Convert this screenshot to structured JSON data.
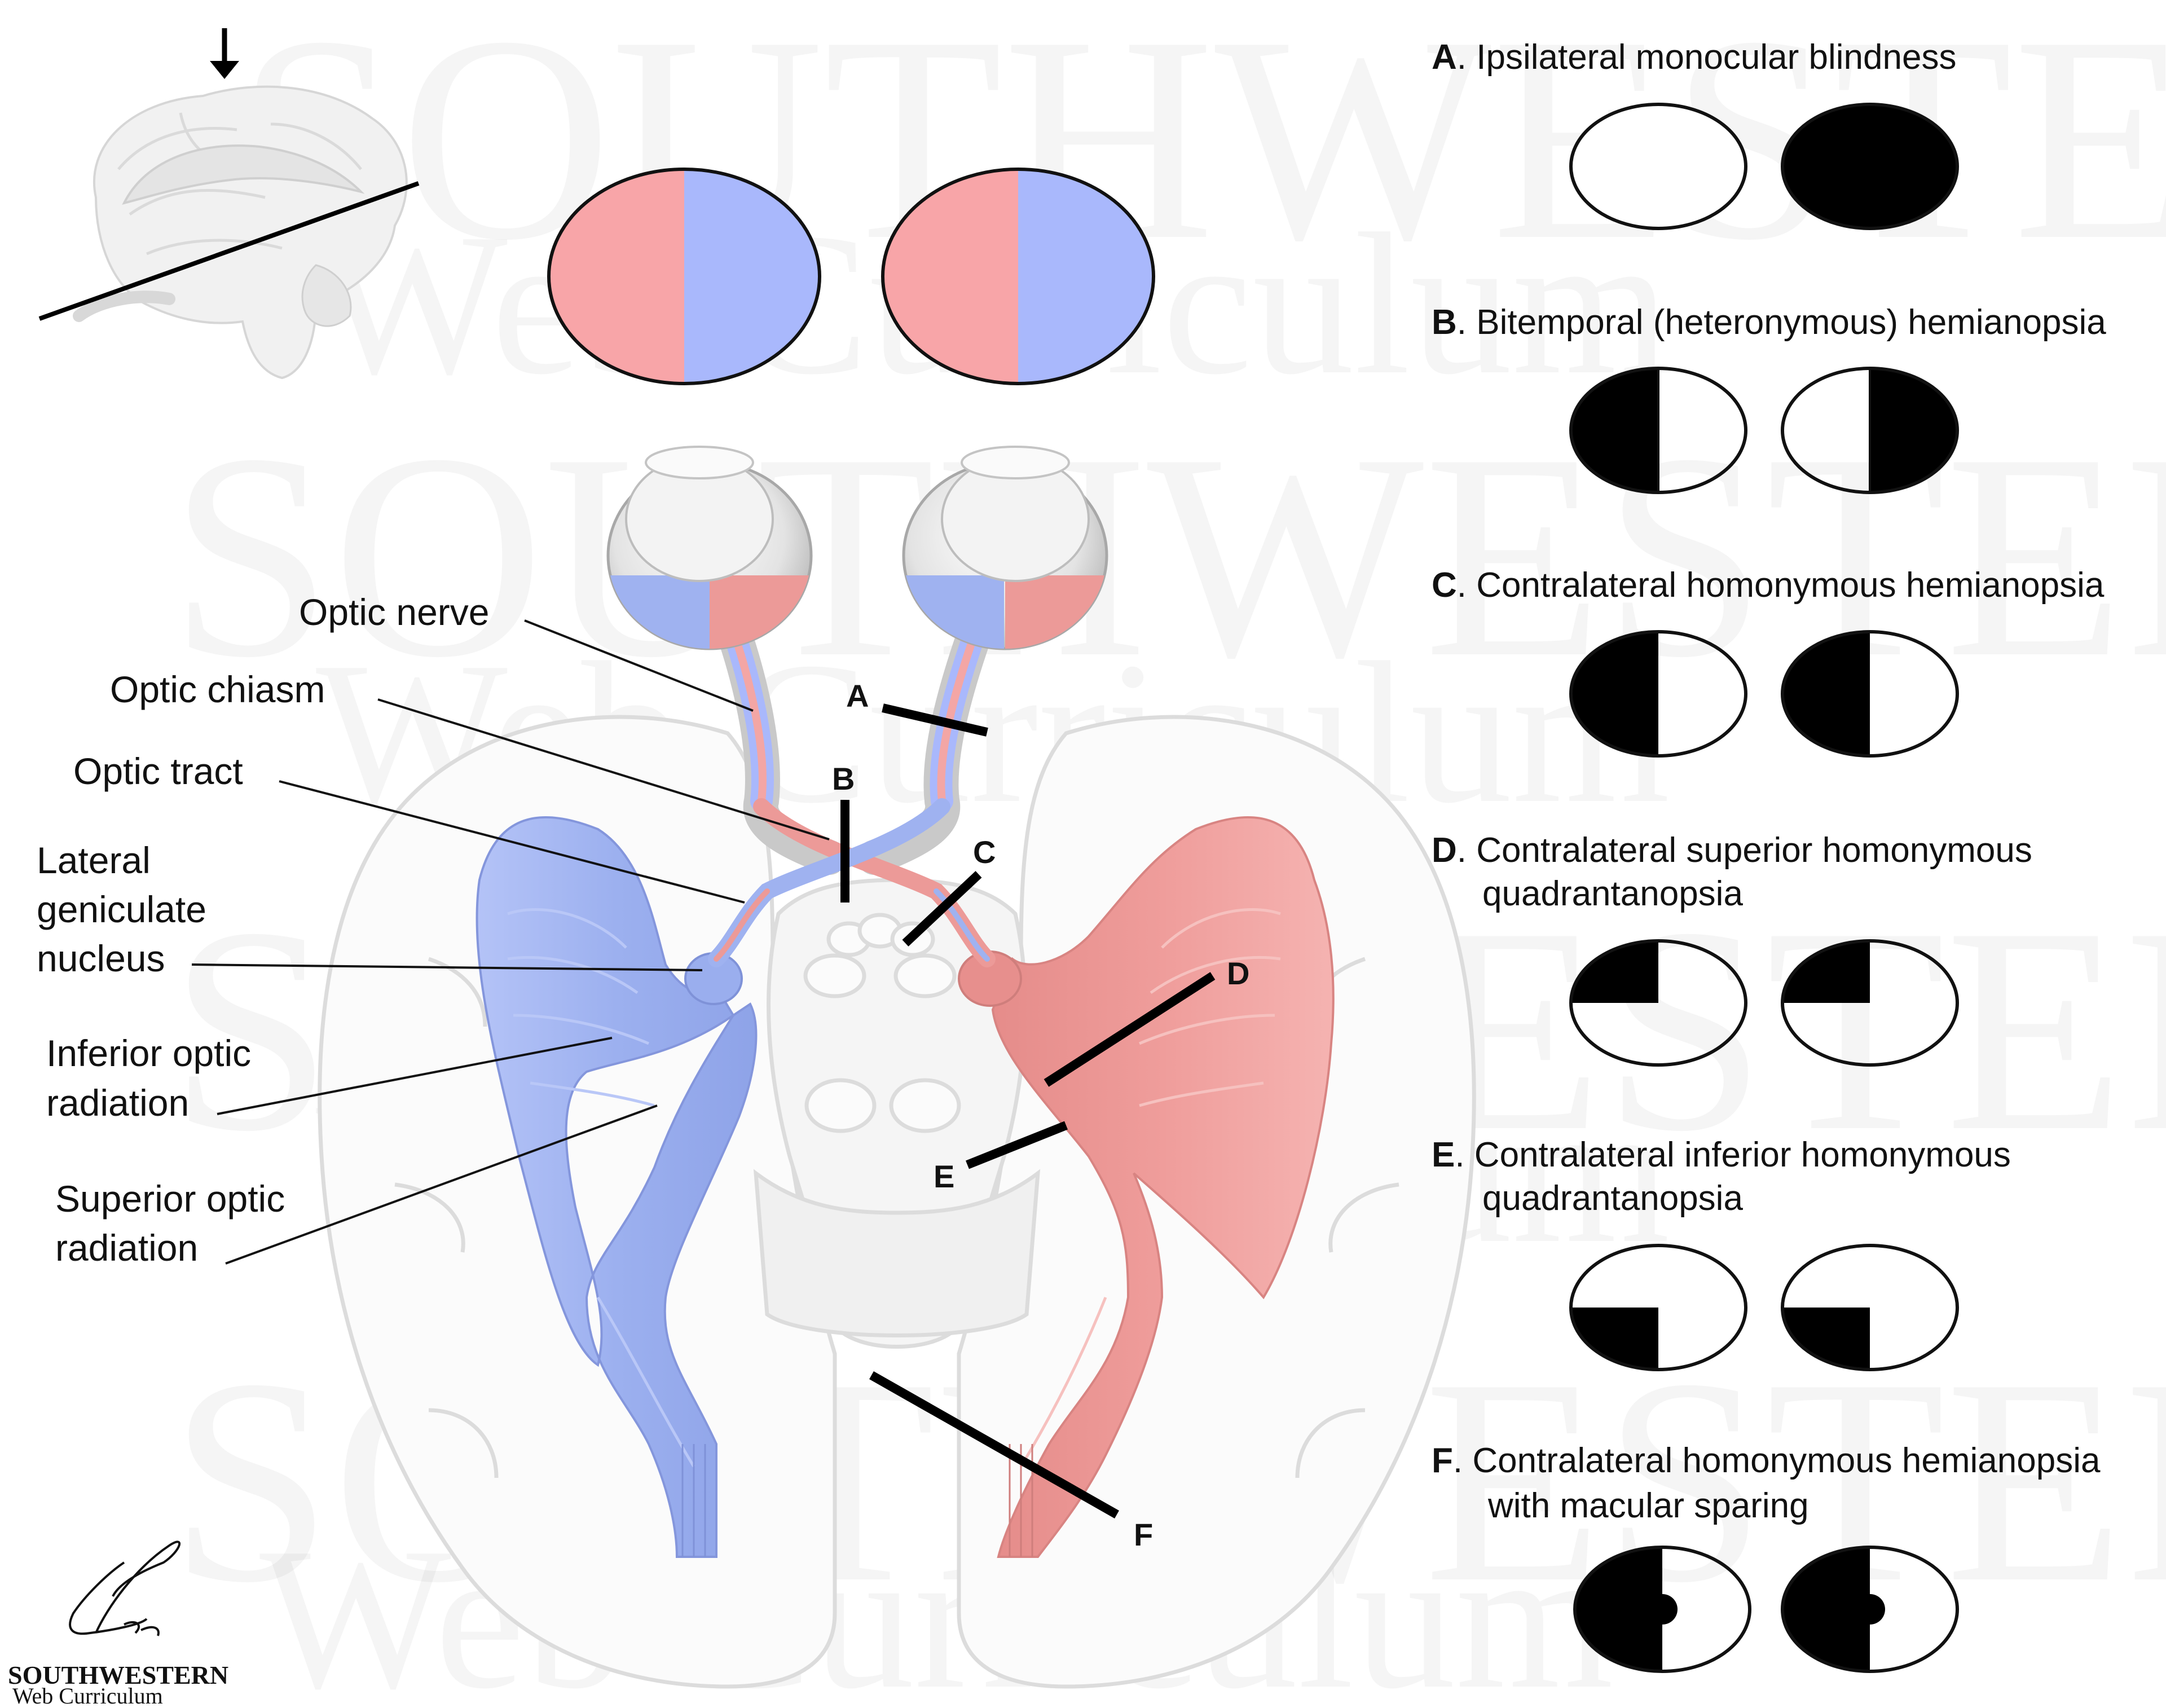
{
  "watermark": {
    "line1": "SOUTHWESTERN",
    "line2": "Web Curriculum"
  },
  "structure_labels": {
    "optic_nerve": "Optic nerve",
    "optic_chiasm": "Optic chiasm",
    "optic_tract": "Optic tract",
    "lgn_line1": "Lateral",
    "lgn_line2": "geniculate",
    "lgn_line3": "nucleus",
    "inferior_line1": "Inferior optic",
    "inferior_line2": "radiation",
    "superior_line1": "Superior optic",
    "superior_line2": "radiation"
  },
  "lesion_markers": [
    "A",
    "B",
    "C",
    "D",
    "E",
    "F"
  ],
  "deficits": [
    {
      "letter": "A",
      "line1": ". Ipsilateral monocular blindness",
      "line2": ""
    },
    {
      "letter": "B",
      "line1": ". Bitemporal (heteronymous) hemianopsia",
      "line2": ""
    },
    {
      "letter": "C",
      "line1": ". Contralateral homonymous hemianopsia",
      "line2": ""
    },
    {
      "letter": "D",
      "line1": ". Contralateral superior homonymous",
      "line2": "quadrantanopsia"
    },
    {
      "letter": "E",
      "line1": ". Contralateral inferior homonymous",
      "line2": "quadrantanopsia"
    },
    {
      "letter": "F",
      "line1": ". Contralateral homonymous hemianopsia",
      "line2": "with macular sparing"
    }
  ],
  "logo": {
    "main": "SOUTHWESTERN",
    "sub": "Web Curriculum"
  },
  "colors": {
    "left_field_pink": "#f8a5a8",
    "right_field_blue": "#a9b8fc",
    "blue_pathway": "#9fb2f0",
    "red_pathway": "#ec9a98",
    "brain_outline": "#dddddd",
    "lesion_line": "#000000"
  }
}
